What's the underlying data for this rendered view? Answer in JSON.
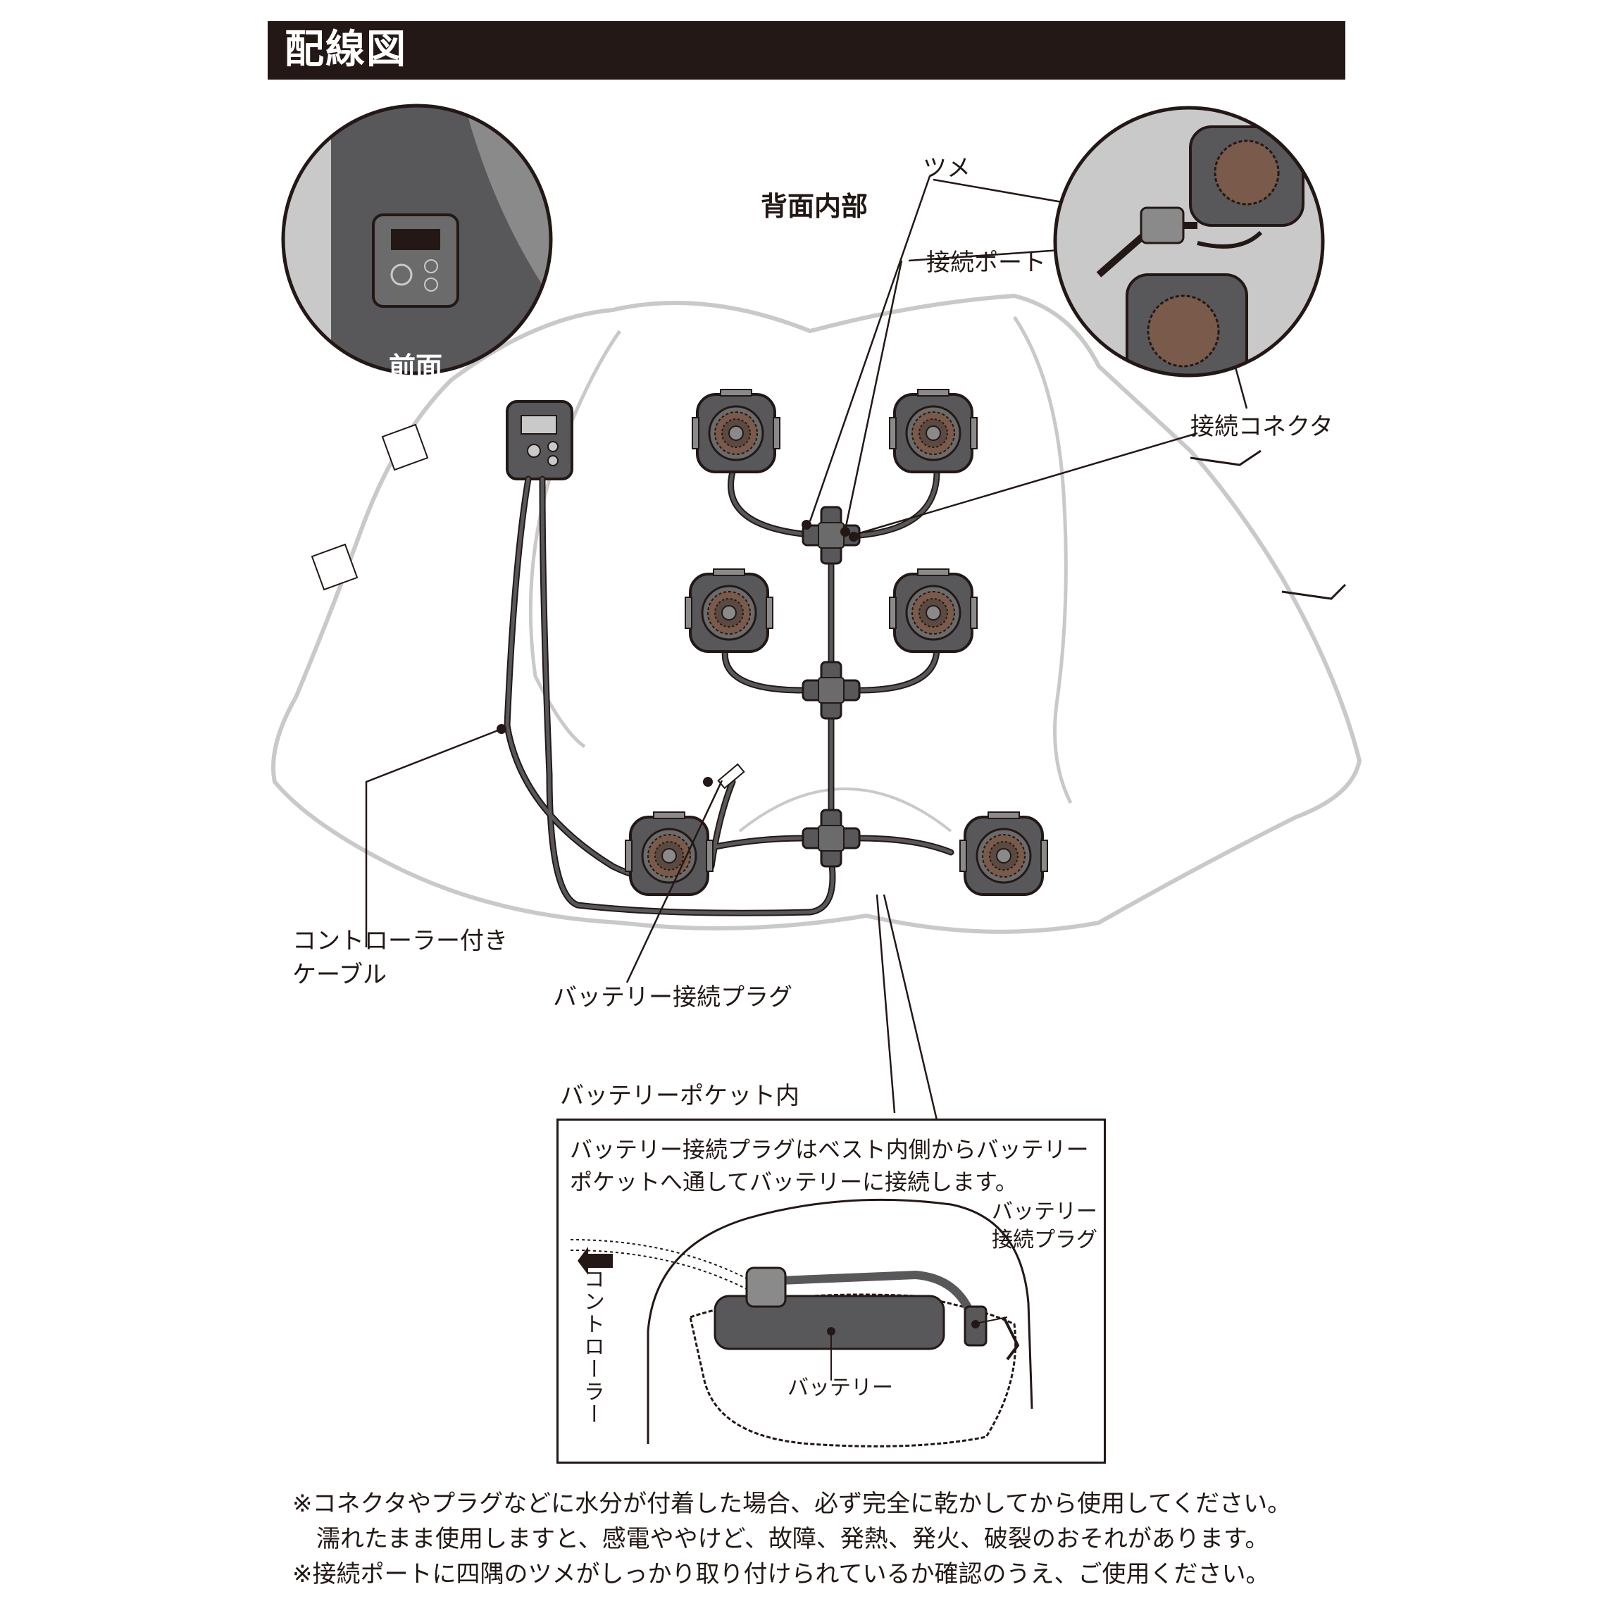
{
  "header": {
    "title": "配線図"
  },
  "labels": {
    "back_inner": "背面内部",
    "front": "前面",
    "tsume": "ツメ",
    "connection_port": "接続ポート",
    "connection_connector": "接続コネクタ",
    "controller_cable_line1": "コントローラー付き",
    "controller_cable_line2": "ケーブル",
    "battery_plug": "バッテリー接続プラグ",
    "pocket_title": "バッテリーポケット内"
  },
  "pocket": {
    "text_line1": "バッテリー接続プラグはベスト内側からバッテリー",
    "text_line2": "ポケットへ通してバッテリーに接続します。",
    "plug_label_line1": "バッテリー",
    "plug_label_line2": "接続プラグ",
    "battery_label": "バッテリー",
    "controller_label": "コントローラー"
  },
  "notes": {
    "line1": "※コネクタやプラグなどに水分が付着した場合、必ず完全に乾かしてから使用してください。",
    "line2": "濡れたまま使用しますと、感電ややけど、故障、発熱、発火、破裂のおそれがあります。",
    "line3": "※接続ポートに四隅のツメがしっかり取り付けられているか確認のうえ、ご使用ください。"
  },
  "colors": {
    "ink": "#231815",
    "dark_gray": "#58585a",
    "mid_gray": "#8a8a8a",
    "light_gray": "#c9c9c9",
    "fan_brown": "#7a5a4a"
  }
}
